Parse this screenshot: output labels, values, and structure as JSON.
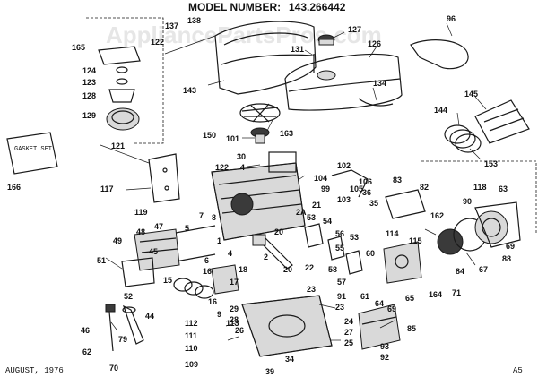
{
  "header": {
    "model_label": "MODEL NUMBER:",
    "model_number": "143.266442"
  },
  "watermark": "AppliancePartsPros.com",
  "footer": {
    "date": "AUGUST, 1976",
    "page_code": "A5"
  },
  "gasket_set_label": "GASKET SET",
  "callouts": [
    "138",
    "137",
    "122",
    "165",
    "124",
    "123",
    "128",
    "129",
    "143",
    "131",
    "127",
    "126",
    "96",
    "134",
    "145",
    "144",
    "153",
    "150",
    "101",
    "163",
    "30",
    "4",
    "122",
    "102",
    "106",
    "36",
    "105",
    "103",
    "83",
    "82",
    "35",
    "117",
    "121",
    "166",
    "104",
    "99",
    "21",
    "2A",
    "53",
    "54",
    "56",
    "55",
    "53",
    "58",
    "57",
    "60",
    "61",
    "64",
    "69",
    "65",
    "114",
    "115",
    "162",
    "118",
    "63",
    "90",
    "69",
    "67",
    "88",
    "84",
    "71",
    "164",
    "119",
    "8",
    "7",
    "5",
    "1",
    "4",
    "6",
    "16",
    "18",
    "17",
    "15",
    "20",
    "2",
    "23",
    "20",
    "22",
    "45",
    "49",
    "51",
    "52",
    "47",
    "48",
    "46",
    "62",
    "79",
    "44",
    "70",
    "112",
    "113",
    "111",
    "110",
    "109",
    "16",
    "9",
    "29",
    "28",
    "26",
    "23",
    "24",
    "27",
    "25",
    "34",
    "39",
    "91",
    "85",
    "93",
    "92"
  ]
}
